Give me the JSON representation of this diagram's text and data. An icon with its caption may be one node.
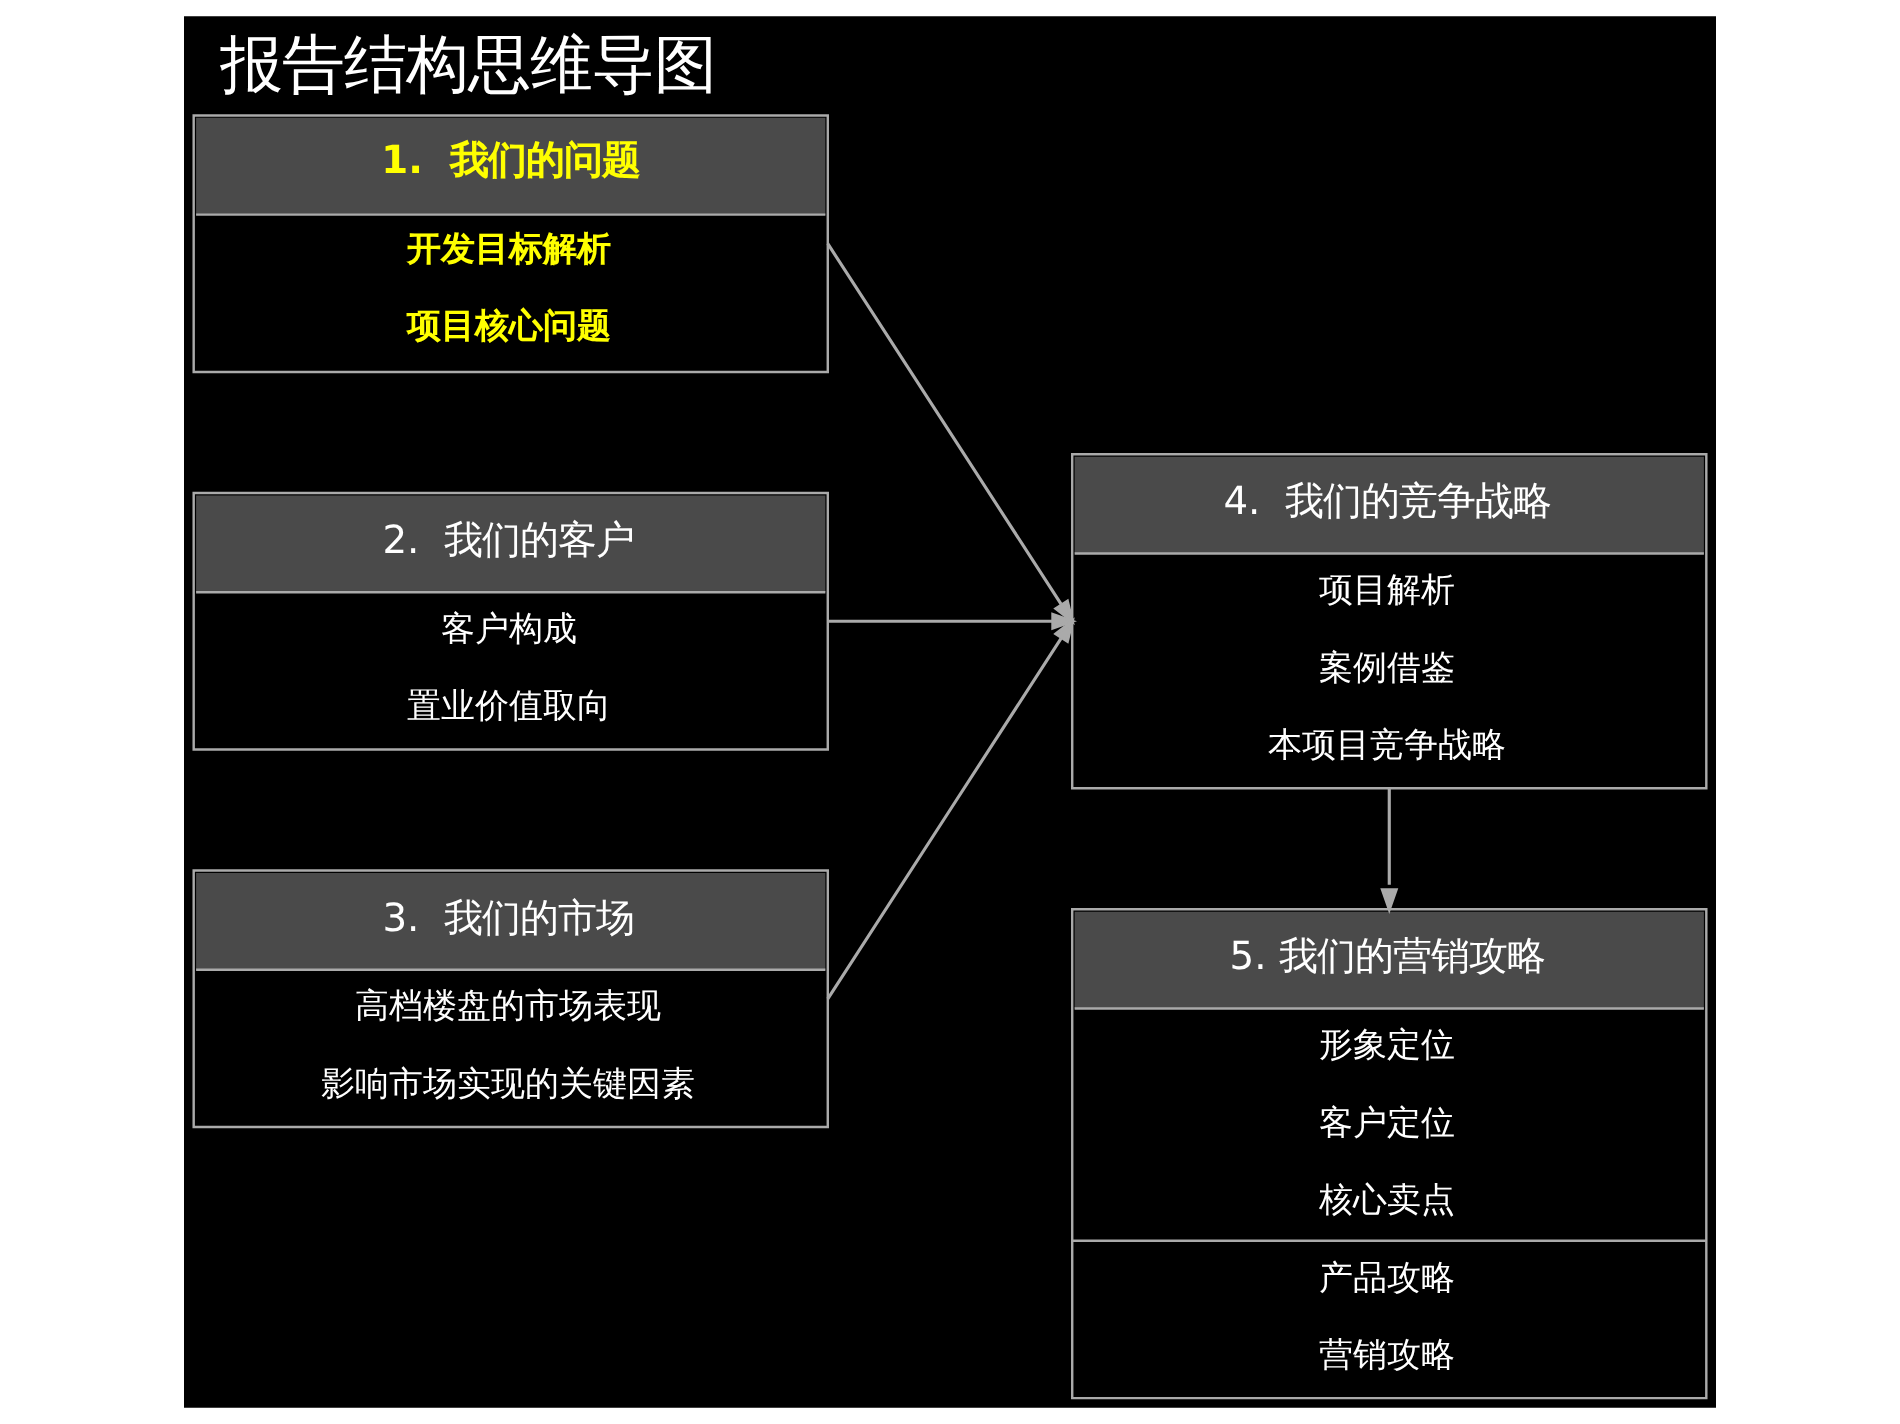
{
  "diagram": {
    "title": "报告结构思维导图",
    "nodes": [
      {
        "text": [
          "1.  我们的问题",
          "开发目标解析",
          "项目核心问题"
        ]
      },
      {
        "text": [
          "2.  我们的客户",
          "客户构成",
          "置业价值取向"
        ]
      },
      {
        "text": [
          "3.  我们的市场",
          "高档楼盘的市场表现",
          "影响市场实现的关键因素"
        ]
      },
      {
        "text": [
          "4.  我们的竞争战略",
          "项目解析",
          "案例借鉴",
          "本项目竞争战略"
        ]
      },
      {
        "text": [
          "5. 我们的营销攻略",
          "形象定位",
          "客户定位",
          "核心卖点",
          "产品攻略",
          "营销攻略"
        ]
      }
    ],
    "edges": [
      {
        "from": 0,
        "to": 3,
        "arrow": "to"
      },
      {
        "from": 1,
        "to": 3,
        "arrow": "to"
      },
      {
        "from": 2,
        "to": 3,
        "arrow": "to"
      },
      {
        "from": 3,
        "to": 4,
        "arrow": "to"
      }
    ]
  }
}
